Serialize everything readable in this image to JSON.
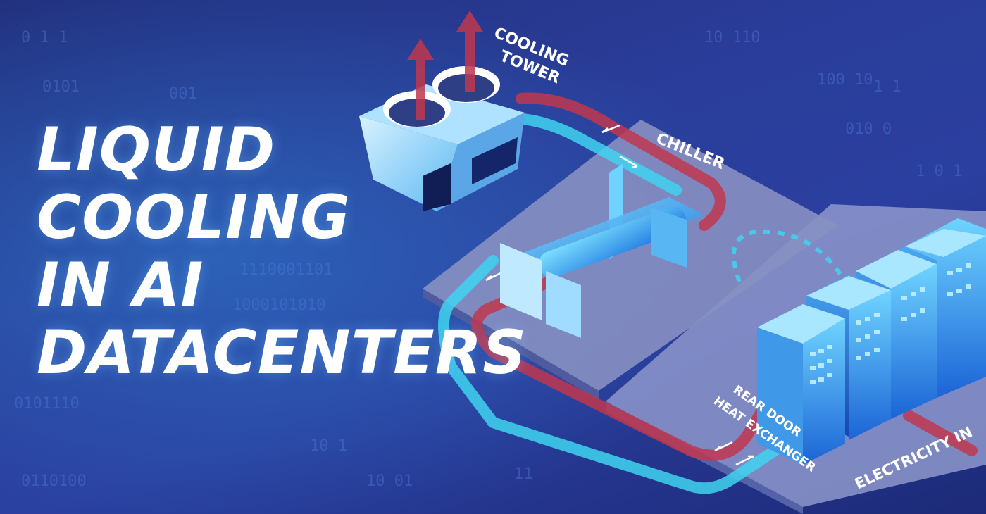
{
  "headline": {
    "line1": "LIQUID",
    "line2": "COOLING",
    "line3": "IN AI",
    "line4": "DATACENTERS"
  },
  "labels": {
    "cooling": "COOLING",
    "tower": "TOWER",
    "chiller": "CHILLER",
    "rear_door": "REAR DOOR",
    "heat_exchanger": "HEAT EXCHANGER",
    "electricity_in": "ELECTRICITY IN"
  },
  "binary_strings": [
    "0 1 1",
    "10 110",
    "1 1",
    "0101",
    "100 10",
    "010 0",
    "0110100",
    "10 01",
    "1000101010",
    "1110001101",
    "001",
    "0101110",
    "11",
    "1 0 1",
    "10 1"
  ],
  "colors": {
    "background": "#2a3d9a",
    "warm_pipe": "#c0374e",
    "cool_pipe": "#3fd3f0",
    "platform": "#8790c2",
    "server_glow": "#39b8ff"
  }
}
